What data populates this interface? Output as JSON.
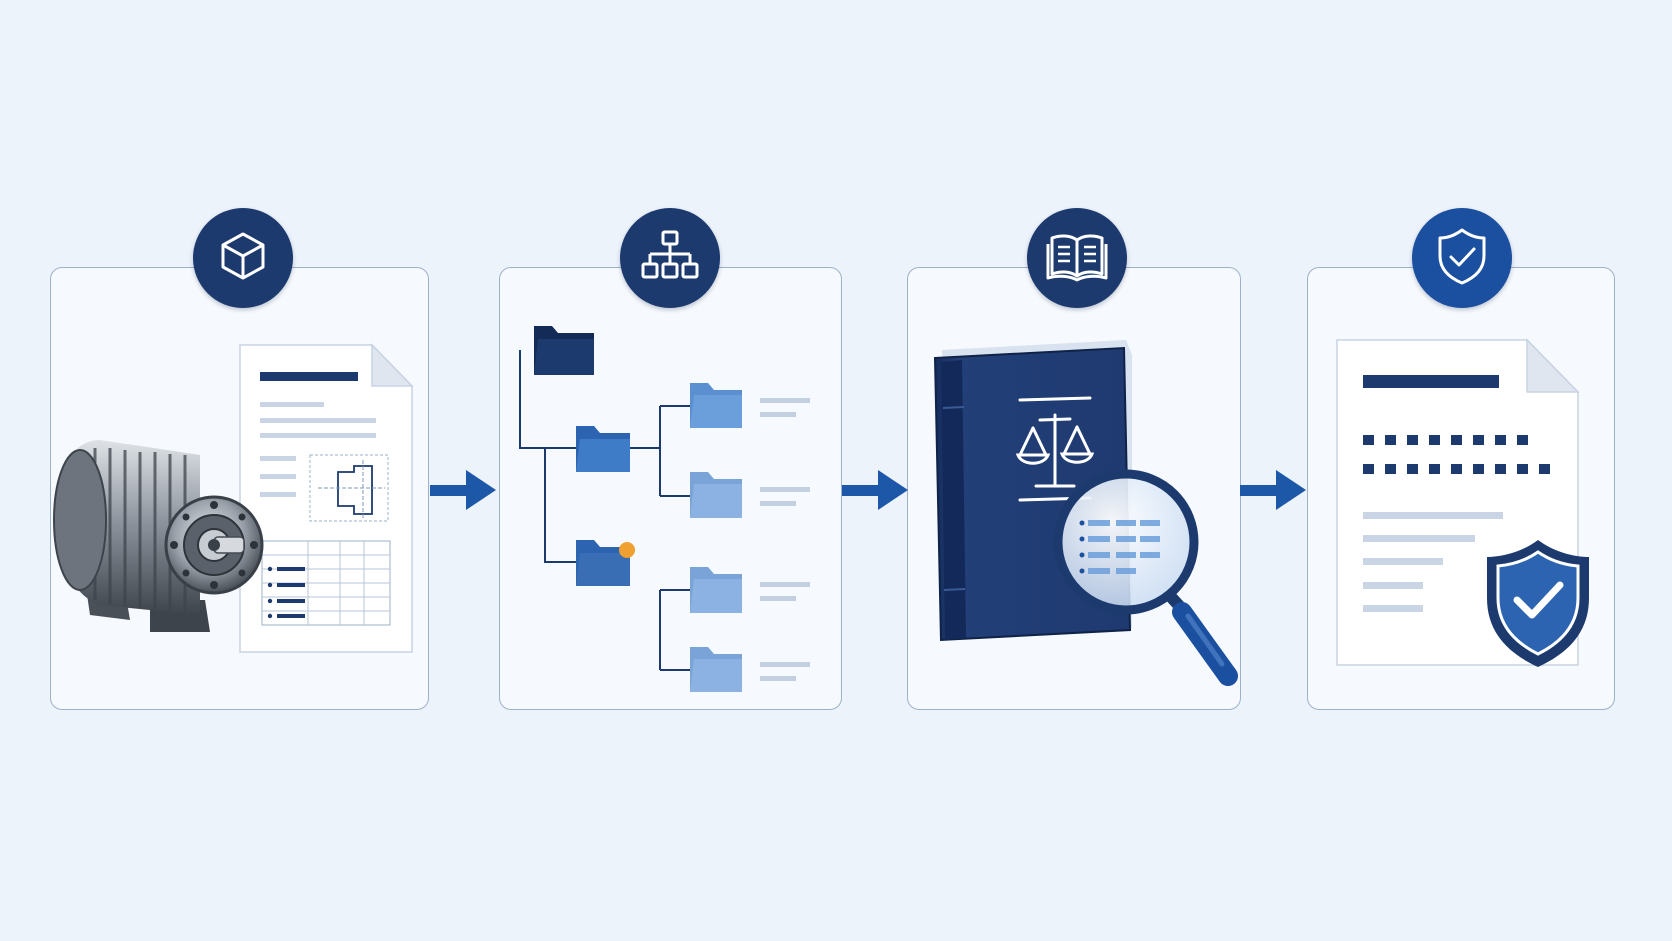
{
  "colors": {
    "background": "#edf3fb",
    "panel": "#f6f9fd",
    "panel_border": "#9db1cb",
    "navy": "#1d3a6e",
    "accent_blue": "#1b4fa0",
    "folder_blue": "#3f7cc8",
    "folder_light": "#8bb2e2",
    "highlight_orange": "#f0a030"
  },
  "steps": [
    {
      "icon": "cube-icon",
      "illustration": "motor-with-technical-drawing"
    },
    {
      "icon": "hierarchy-icon",
      "illustration": "folder-tree"
    },
    {
      "icon": "open-book-icon",
      "illustration": "law-book-with-magnifier"
    },
    {
      "icon": "shield-check-icon",
      "illustration": "document-with-shield"
    }
  ],
  "connectors": [
    "arrow-right-icon",
    "arrow-right-icon",
    "arrow-right-icon"
  ]
}
